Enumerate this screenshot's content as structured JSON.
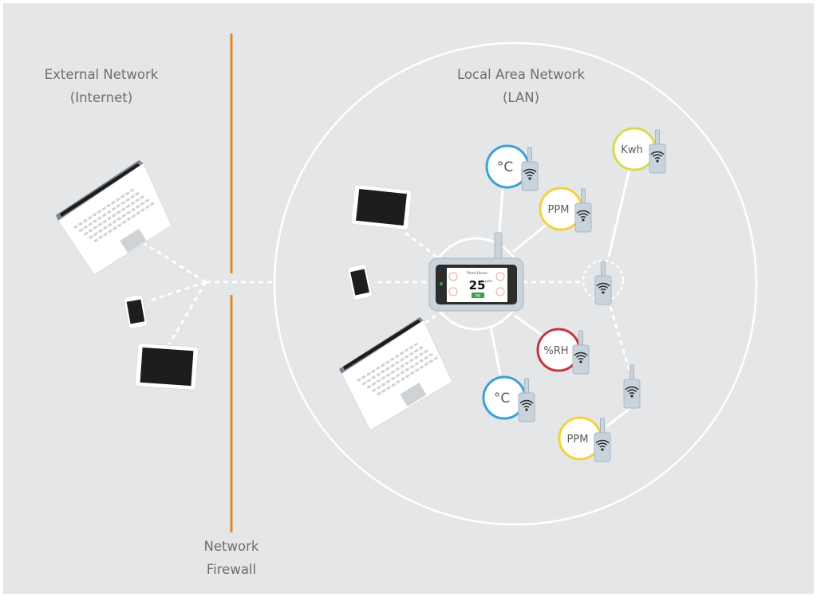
{
  "labels": {
    "external_line1": "External Network",
    "external_line2": "(Internet)",
    "lan_line1": "Local Area Network",
    "lan_line2": "(LAN)",
    "firewall_line1": "Network",
    "firewall_line2": "Firewall"
  },
  "hub_screen": {
    "room": "Plant Room",
    "value": "25",
    "unit": "ppm",
    "status": "OK"
  },
  "sensors": {
    "temp_top": "°C",
    "ppm_top": "PPM",
    "kwh": "Kwh",
    "rh": "%RH",
    "temp_bottom": "°C",
    "ppm_bottom": "PPM"
  },
  "colors": {
    "background": "#e5e6e8",
    "firewall": "#e0892a",
    "line": "#ffffff",
    "temperature": "#3aa0d8",
    "ppm": "#f2d23b",
    "kwh": "#d6dc4a",
    "humidity": "#c8323c",
    "device_body": "#c9d3db",
    "status_green": "#3ca54a"
  }
}
